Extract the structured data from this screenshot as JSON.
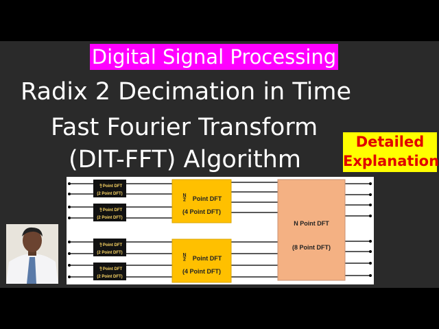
{
  "topic": "Digital Signal Processing",
  "title_lines": [
    "Radix 2 Decimation in Time",
    "Fast Fourier Transform",
    "(DIT-FFT) Algorithm"
  ],
  "badge": [
    "Detailed",
    "Explanation"
  ],
  "diagram": {
    "quarter_block": {
      "frac_num": "N",
      "frac_den": "4",
      "label": "Point DFT",
      "sub": "(2 Point DFT)"
    },
    "half_block": {
      "frac_num": "N",
      "frac_den": "2",
      "label": "Point DFT",
      "sub": "(4 Point DFT)"
    },
    "full_block": {
      "label": "N Point DFT",
      "sub": "(8 Point DFT)"
    },
    "colors": {
      "quarter": "#111111",
      "half": "#ffc000",
      "full": "#f4b183"
    }
  },
  "colors": {
    "topic_bg": "#ff00ff",
    "badge_bg": "#ffff00",
    "badge_text": "#e00000",
    "background": "#2a2a2a"
  }
}
